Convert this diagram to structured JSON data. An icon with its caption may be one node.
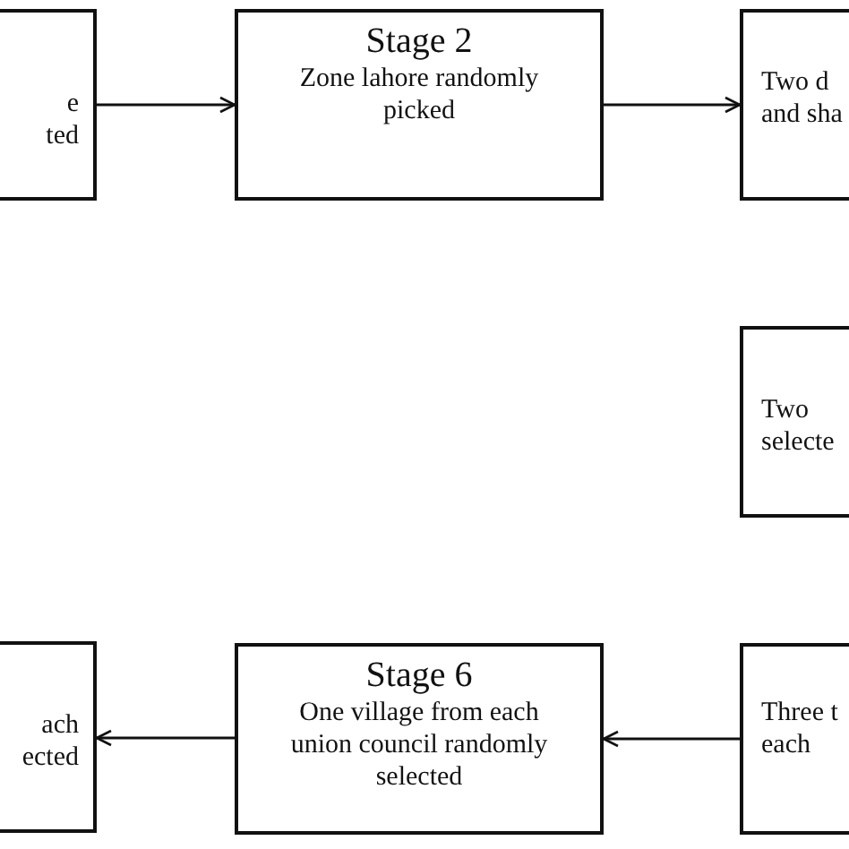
{
  "diagram": {
    "nodes": [
      {
        "text": [
          "e ted"
        ]
      },
      {
        "text": [
          "Stage 2",
          "Zone lahore randomly picked"
        ]
      },
      {
        "text": [
          "Two d and sha"
        ]
      },
      {
        "text": [
          "Two selecte"
        ]
      },
      {
        "text": [
          "Three t each"
        ]
      },
      {
        "text": [
          "Stage 6",
          "One village from each union council randomly selected"
        ]
      },
      {
        "text": [
          "ach ected"
        ]
      }
    ],
    "edges": [
      {
        "from": 0,
        "to": 1,
        "arrow": "to"
      },
      {
        "from": 1,
        "to": 2,
        "arrow": "to"
      },
      {
        "from": 4,
        "to": 5,
        "arrow": "to"
      },
      {
        "from": 5,
        "to": 6,
        "arrow": "to"
      }
    ]
  }
}
